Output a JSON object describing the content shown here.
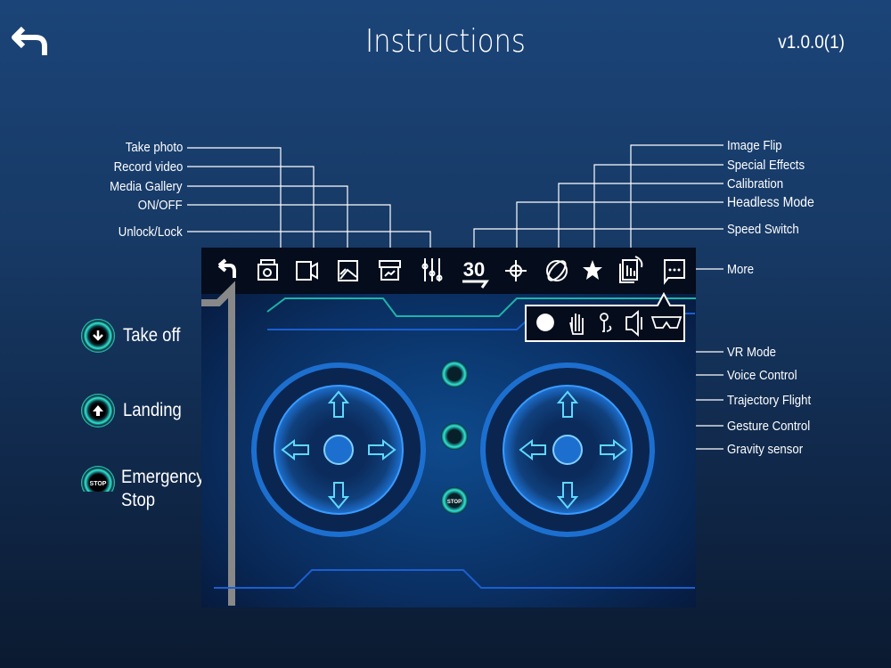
{
  "header": {
    "title": "Instructions",
    "version": "v1.0.0(1)",
    "back_icon": "back-arrow-icon"
  },
  "left_labels": [
    "Take photo",
    "Record video",
    "Media Gallery",
    "ON/OFF",
    "Unlock/Lock"
  ],
  "right_labels": [
    "Image Flip",
    "Special Effects",
    "Calibration",
    "Headless Mode",
    "Speed Switch",
    "More"
  ],
  "sub_labels": [
    "VR Mode",
    "Voice Control",
    "Trajectory Flight",
    "Gesture  Control",
    "Gravity sensor"
  ],
  "side_buttons": [
    {
      "label": "Take off",
      "icon": "takeoff-icon"
    },
    {
      "label": "Landing",
      "icon": "landing-icon"
    },
    {
      "label_1": "Emergency",
      "label_2": "Stop",
      "icon": "stop-icon",
      "icon_text": "STOP"
    }
  ],
  "toolbar": {
    "speed_value": "30"
  },
  "colors": {
    "accent": "#2ee6d6",
    "panel": "#050c1c",
    "joystick": "#1d6fcf"
  }
}
